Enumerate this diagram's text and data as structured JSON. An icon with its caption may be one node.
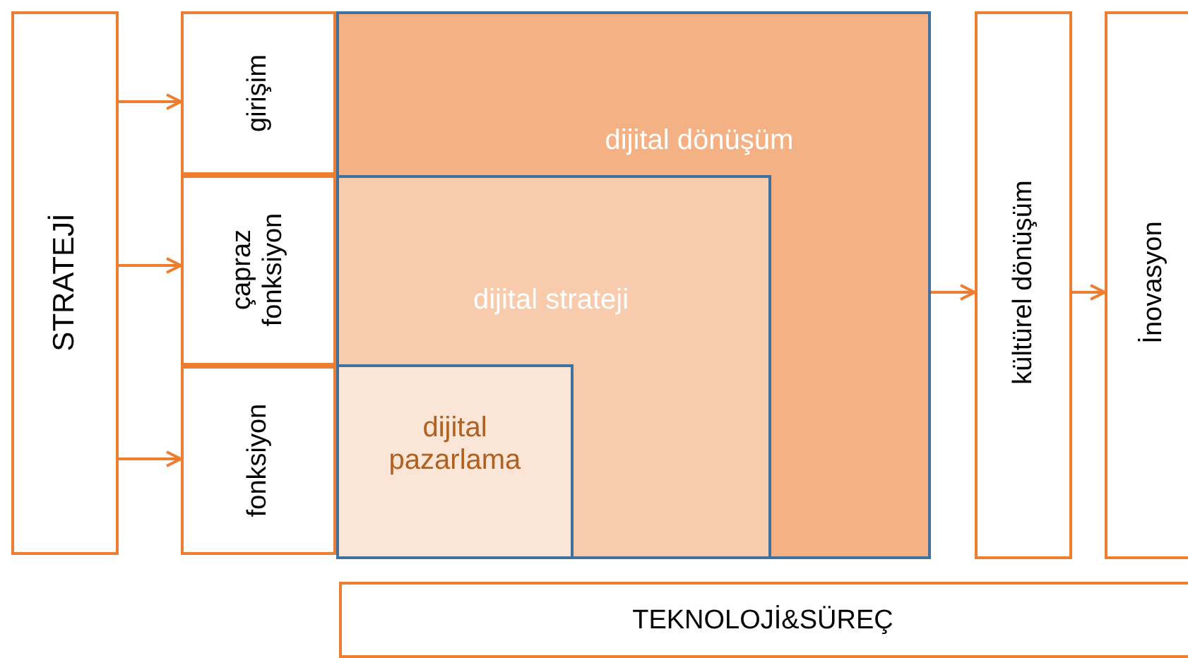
{
  "diagram": {
    "nodes": [
      {
        "text": [
          "STRATEJİ"
        ]
      },
      {
        "text": [
          "girişim"
        ]
      },
      {
        "text": [
          "çapraz fonksiyon"
        ]
      },
      {
        "text": [
          "fonksiyon"
        ]
      },
      {
        "text": [
          "dijital dönüşüm"
        ]
      },
      {
        "text": [
          "dijital strateji"
        ],
        "in": 4
      },
      {
        "text": [
          "dijital pazarlama"
        ],
        "in": 5
      },
      {
        "text": [
          "kültürel dönüşüm"
        ]
      },
      {
        "text": [
          "İnovasyon"
        ]
      },
      {
        "text": [
          "TEKNOLOJİ&SÜREÇ"
        ]
      }
    ],
    "edges": [
      {
        "from": 0,
        "to": 1,
        "arrow": "to"
      },
      {
        "from": 0,
        "to": 2,
        "arrow": "to"
      },
      {
        "from": 0,
        "to": 3,
        "arrow": "to"
      },
      {
        "from": 4,
        "to": 7,
        "arrow": "to"
      },
      {
        "from": 7,
        "to": 8,
        "arrow": "to"
      }
    ]
  }
}
